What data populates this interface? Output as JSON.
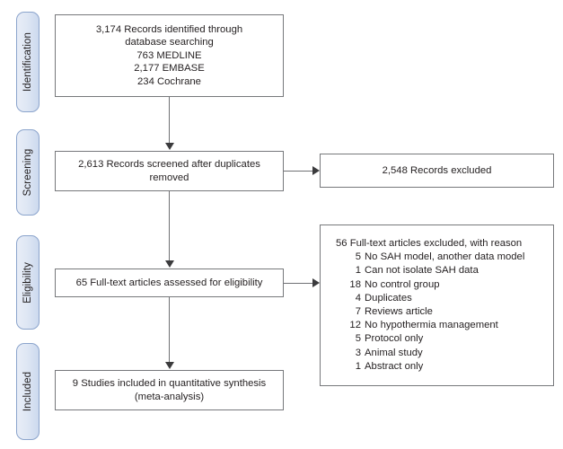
{
  "diagram": {
    "type": "prisma-flow-diagram",
    "stages": [
      {
        "id": "identification",
        "label": "Identification"
      },
      {
        "id": "screening",
        "label": "Screening"
      },
      {
        "id": "eligibility",
        "label": "Eligibility"
      },
      {
        "id": "included",
        "label": "Included"
      }
    ],
    "boxes": {
      "identification": {
        "text": "3,174 Records identified through\ndatabase searching\n763 MEDLINE\n2,177 EMBASE\n234 Cochrane"
      },
      "screening": {
        "text": "2,613 Records screened after duplicates\nremoved"
      },
      "records_excluded": {
        "text": "2,548 Records excluded"
      },
      "eligibility": {
        "text": "65 Full-text articles assessed for eligibility"
      },
      "included": {
        "text": "9 Studies included in quantitative synthesis\n(meta-analysis)"
      }
    },
    "exclusions": {
      "heading_count": "56",
      "heading_text": "Full-text articles excluded, with reason",
      "reasons": [
        {
          "count": "5",
          "reason": "No SAH model, another data model"
        },
        {
          "count": "1",
          "reason": "Can not isolate SAH data"
        },
        {
          "count": "18",
          "reason": "No control group"
        },
        {
          "count": "4",
          "reason": "Duplicates"
        },
        {
          "count": "7",
          "reason": "Reviews article"
        },
        {
          "count": "12",
          "reason": "No hypothermia management"
        },
        {
          "count": "5",
          "reason": "Protocol only"
        },
        {
          "count": "3",
          "reason": "Animal study"
        },
        {
          "count": "1",
          "reason": "Abstract only"
        }
      ]
    },
    "colors": {
      "tab_fill": "#dfe7f4",
      "tab_border": "#8ba4cc",
      "box_border": "#76787b",
      "connector": "#6f7174",
      "text": "#231f20",
      "background": "#ffffff"
    }
  }
}
